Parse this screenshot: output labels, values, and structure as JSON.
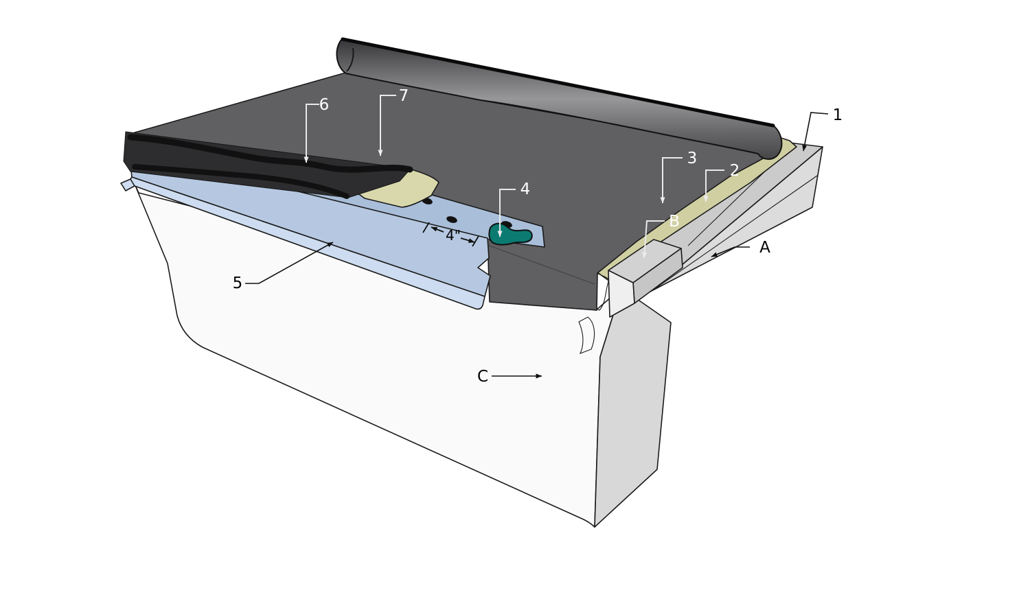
{
  "figure": {
    "description": "Isometric construction detail of a roof edge: membrane rolled back over wood nailers and deck, metal edge flashing with fastener flange, clip, stripping ply and sealant beads",
    "callouts": [
      {
        "id": "1",
        "text": "1",
        "color": "#000000"
      },
      {
        "id": "2",
        "text": "2",
        "color": "#ffffff"
      },
      {
        "id": "3",
        "text": "3",
        "color": "#ffffff"
      },
      {
        "id": "4",
        "text": "4",
        "color": "#ffffff"
      },
      {
        "id": "5",
        "text": "5",
        "color": "#000000"
      },
      {
        "id": "6",
        "text": "6",
        "color": "#ffffff"
      },
      {
        "id": "7",
        "text": "7",
        "color": "#ffffff"
      },
      {
        "id": "A",
        "text": "A",
        "color": "#000000"
      },
      {
        "id": "B",
        "text": "B",
        "color": "#ffffff"
      },
      {
        "id": "C",
        "text": "C",
        "color": "#000000"
      }
    ],
    "dimension_label": "4\"",
    "colors": {
      "background": "#ffffff",
      "membrane_field": "#606063",
      "membrane_roll_mid": "#97979a",
      "flashing_strip": "#2d2d2f",
      "sealant_bead": "#111111",
      "edge_metal_face": "#b6c8e1",
      "edge_metal_flange": "#a9bed9",
      "edge_metal_drip": "#cddcf0",
      "clip": "#0b7b72",
      "wood_nailer": "#cfcfa2",
      "wood_nailer_bright": "#d8d8ac",
      "insulation": "#f5f5cb",
      "deck_face": "#dcdcdc",
      "deck_top": "#cbcbcb",
      "blocking_top": "#d2d2d2",
      "blocking_face": "#c6c6c6",
      "blocking_cut": "#efefef",
      "wall_front": "#fafafa",
      "wall_side": "#d8d8d8",
      "outline": "#1a1a1a"
    }
  }
}
